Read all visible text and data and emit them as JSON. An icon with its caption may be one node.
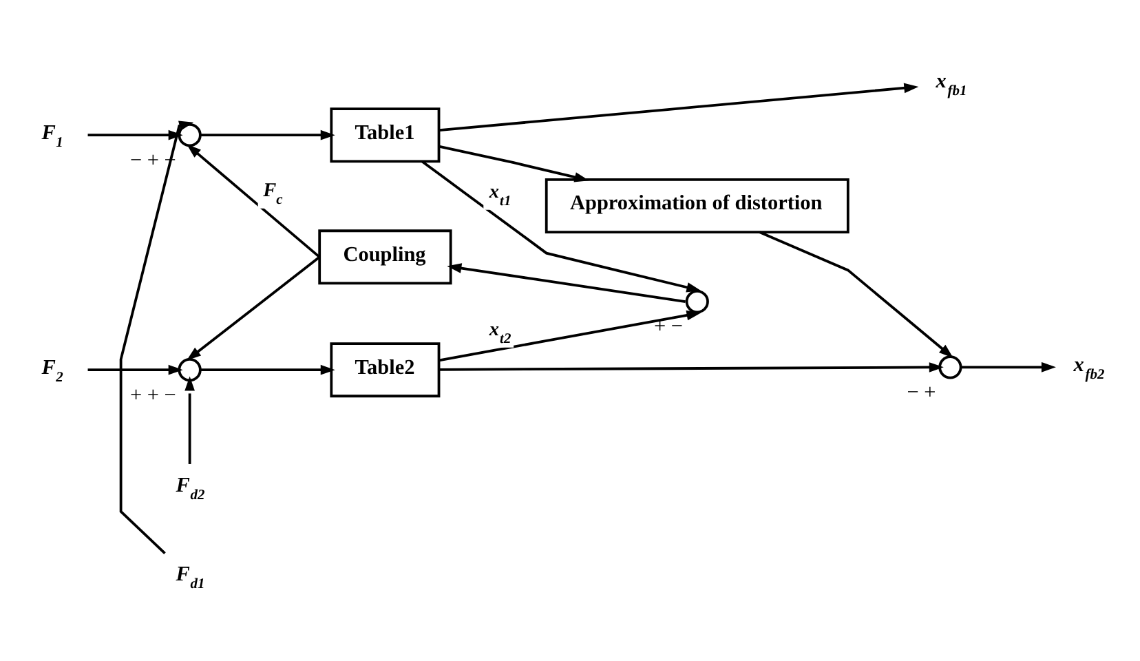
{
  "diagram": {
    "nodes": [
      {
        "text": [
          "F$_{1}$"
        ]
      },
      {
        "text": [
          "F$_{d1}$"
        ]
      },
      {
        "text": [],
        "shape": "circle",
        "beside": [
          "−",
          "+",
          "−"
        ]
      },
      {
        "text": [
          "Table1"
        ]
      },
      {
        "text": [
          "x$_{fb1}$"
        ]
      },
      {
        "text": [
          "Approximation of distortion"
        ]
      },
      {
        "text": [],
        "shape": "circle",
        "beside": [
          "+",
          "−"
        ]
      },
      {
        "text": [
          "Coupling"
        ]
      },
      {
        "text": [
          "F$_{2}$"
        ]
      },
      {
        "text": [
          "F$_{d2}$"
        ]
      },
      {
        "text": [],
        "shape": "circle",
        "beside": [
          "+",
          "+",
          "−"
        ]
      },
      {
        "text": [
          "Table2"
        ]
      },
      {
        "text": [],
        "shape": "circle",
        "beside": [
          "−",
          "+"
        ]
      },
      {
        "text": [
          "x$_{fb2}$"
        ]
      }
    ],
    "edges": [
      {
        "from": 0,
        "to": 2,
        "arrow": "to"
      },
      {
        "from": 1,
        "to": 2,
        "arrow": "to"
      },
      {
        "from": 2,
        "to": 3,
        "arrow": "to"
      },
      {
        "from": 3,
        "to": 4,
        "arrow": "to"
      },
      {
        "from": 3,
        "to": 5,
        "arrow": "to"
      },
      {
        "from": 3,
        "to": 6,
        "arrow": "to",
        "label": "x$_{t1}$"
      },
      {
        "from": 11,
        "to": 6,
        "arrow": "to",
        "label": "x$_{t2}$"
      },
      {
        "from": 6,
        "to": 7,
        "arrow": "to"
      },
      {
        "from": 7,
        "to": 2,
        "arrow": "to",
        "label": "F$_{c}$"
      },
      {
        "from": 7,
        "to": 10,
        "arrow": "to"
      },
      {
        "from": 8,
        "to": 10,
        "arrow": "to"
      },
      {
        "from": 9,
        "to": 10,
        "arrow": "to"
      },
      {
        "from": 10,
        "to": 11,
        "arrow": "to"
      },
      {
        "from": 11,
        "to": 12,
        "arrow": "to"
      },
      {
        "from": 5,
        "to": 12,
        "arrow": "to"
      },
      {
        "from": 12,
        "to": 13,
        "arrow": "to"
      }
    ]
  }
}
